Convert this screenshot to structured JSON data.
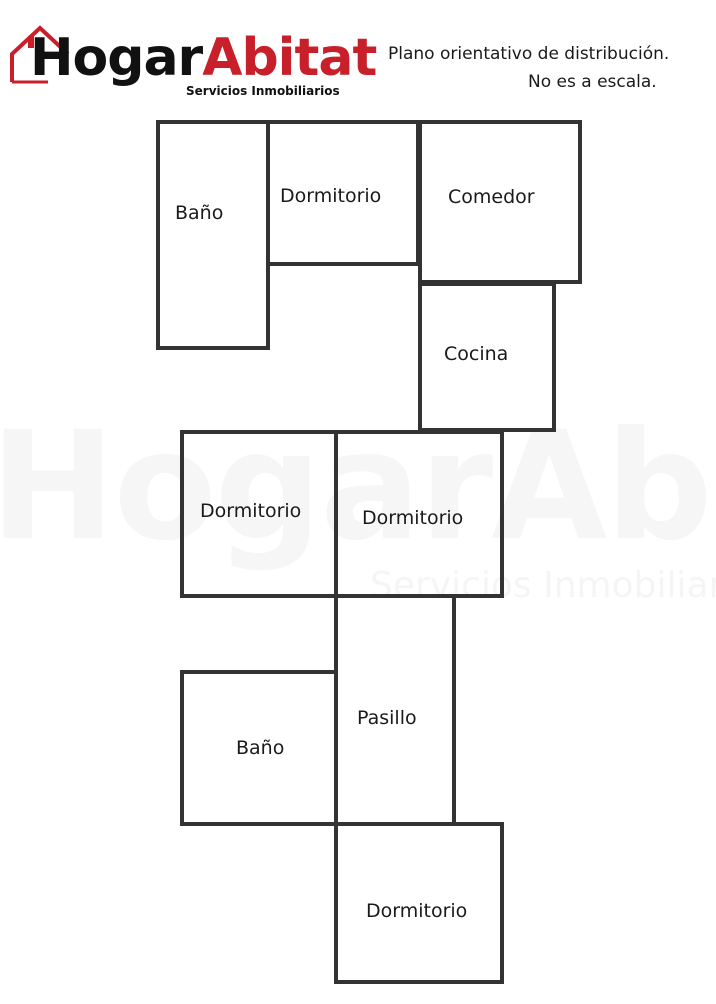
{
  "brand": {
    "name_part1": "Hogar",
    "name_part2": "Abitat",
    "tagline": "Servicios Inmobiliarios",
    "color_dark": "#111111",
    "color_red": "#c8202a"
  },
  "note": {
    "line1": "Plano orientativo de distribución.",
    "line2": "No es a escala."
  },
  "rooms": [
    {
      "id": "bano-1",
      "label": "Baño"
    },
    {
      "id": "dormitorio-1",
      "label": "Dormitorio"
    },
    {
      "id": "comedor",
      "label": "Comedor"
    },
    {
      "id": "cocina",
      "label": "Cocina"
    },
    {
      "id": "dormitorio-2",
      "label": "Dormitorio"
    },
    {
      "id": "dormitorio-3",
      "label": "Dormitorio"
    },
    {
      "id": "pasillo",
      "label": "Pasillo"
    },
    {
      "id": "bano-2",
      "label": "Baño"
    },
    {
      "id": "dormitorio-4",
      "label": "Dormitorio"
    }
  ],
  "colors": {
    "wall": "#333333",
    "background": "#ffffff"
  }
}
